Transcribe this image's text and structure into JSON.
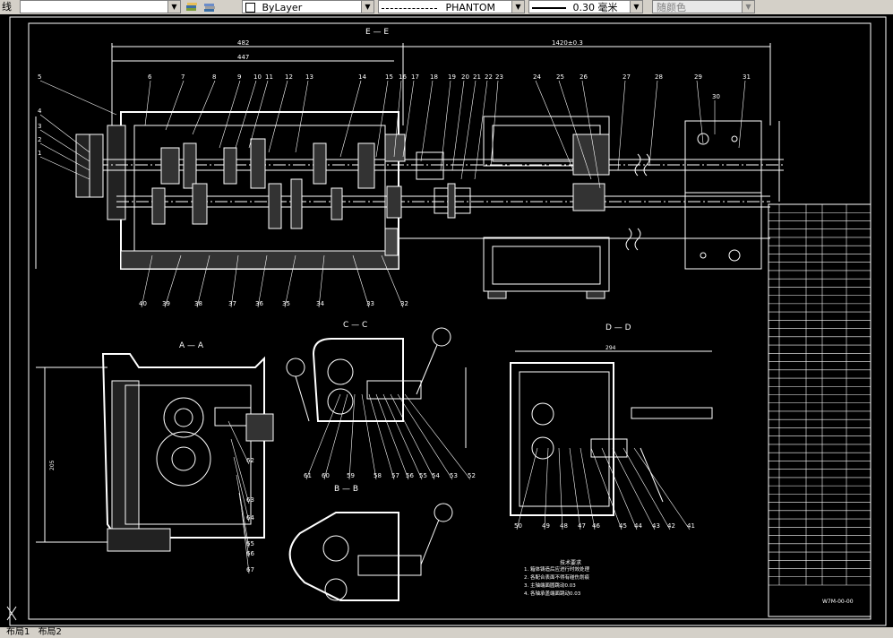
{
  "toolbar": {
    "left_label": "线",
    "layer_value": "ByLayer",
    "linetype_value": "PHANTOM",
    "lineweight_value": "0.30 毫米",
    "color_value": "随颜色"
  },
  "drawing": {
    "section_main": "E — E",
    "section_cc": "C — C",
    "section_aa": "A — A",
    "section_dd": "D — D",
    "section_bb": "B — B",
    "dim_top_1": "482",
    "dim_top_2": "447",
    "dim_top_3": "1420±0.3",
    "dim_dd": "294",
    "dim_aa": "205",
    "notes_title": "技术要求",
    "notes": [
      "1. 箱体铸造后应进行时效处理",
      "2. 各配合表面不得有碰伤划痕",
      "3. 主轴端面圆跳动0.03",
      "4. 各轴承盖端面跳动0.03"
    ],
    "balloons_top": [
      "5",
      "6",
      "7",
      "8",
      "9",
      "10",
      "11",
      "12",
      "13",
      "14",
      "15",
      "16",
      "17",
      "18",
      "19",
      "20",
      "21",
      "22",
      "23",
      "24",
      "25",
      "26",
      "27",
      "28",
      "29",
      "30",
      "31"
    ],
    "balloons_left": [
      "4",
      "3",
      "2",
      "1"
    ],
    "balloons_bottom": [
      "40",
      "39",
      "38",
      "37",
      "36",
      "35",
      "34",
      "33",
      "32"
    ],
    "balloons_cc": [
      "61",
      "60",
      "59",
      "58",
      "57",
      "56",
      "55",
      "54",
      "53",
      "52"
    ],
    "balloons_aa": [
      "62",
      "63",
      "64",
      "65",
      "66",
      "67"
    ],
    "balloons_dd": [
      "50",
      "49",
      "48",
      "47",
      "46",
      "45",
      "44",
      "43",
      "42",
      "41"
    ],
    "title_block_drawing_no": "W7M-00-00"
  },
  "layout_tabs": [
    "布局1",
    "布局2"
  ]
}
